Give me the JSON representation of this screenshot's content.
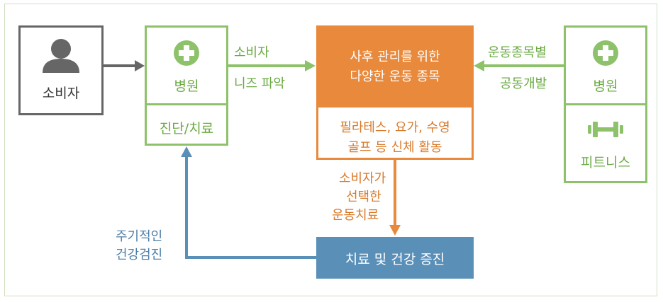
{
  "consumer": {
    "label": "소비자",
    "icon": "person-icon"
  },
  "hospital_left": {
    "label": "병원",
    "sub": "진단/치료",
    "icon": "medical-cross-icon"
  },
  "arrow_label_top": {
    "line1": "소비자",
    "line2": "니즈 파악"
  },
  "orange_box": {
    "line1": "사후 관리를 위한",
    "line2": "다양한 운동 종목",
    "sub1": "필라테스, 요가, 수영",
    "sub2": "골프 등 신체 활동"
  },
  "right_arrow_label": {
    "line1": "운동종목별",
    "line2": "공동개발"
  },
  "hospital_right": {
    "label": "병원",
    "sub": "피트니스",
    "icon": "medical-cross-icon",
    "sub_icon": "dumbbell-icon"
  },
  "down_arrow_label": {
    "line1": "소비자가",
    "line2": "선택한",
    "line3": "운동치료"
  },
  "blue_box": {
    "label": "치료 및 건강 증진"
  },
  "blue_arrow_label": {
    "line1": "주기적인",
    "line2": "건강검진"
  },
  "colors": {
    "green": "#8dc26b",
    "orange": "#e8893b",
    "blue": "#5a8fb8",
    "gray": "#666666"
  }
}
